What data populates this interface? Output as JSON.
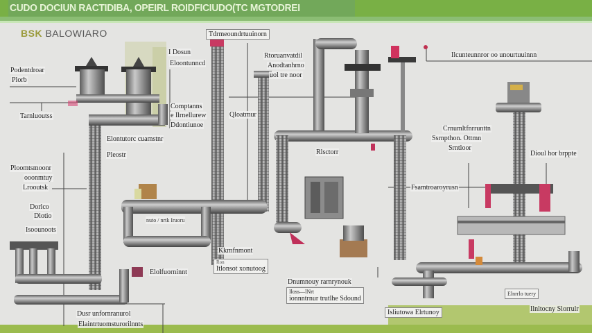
{
  "header": {
    "title": "CUDO DOCIUN RACTIDIBA, OPEIRL ROIDFICIUDO(TC MGTODREI",
    "section_prefix": "BSK",
    "section_title": "BALOWIARO"
  },
  "colors": {
    "banner": "#79b045",
    "accent_pink": "#d8285a",
    "pipe_gray": "#8a8a8a",
    "background": "#e4e4e2"
  },
  "labels": {
    "top_pipe_label": "Tdrmeoundrtuuinorn",
    "left_pump_label": "Podentdroar",
    "left_pump_sub": "Plorb",
    "left_terminal": "Tarnluoutss",
    "dosun_line1": "I  Dosun",
    "dosun_line2": "Eloontunncd",
    "compress_line1": "Comptanns",
    "compress_line2": "e Ilrnellurew",
    "compress_line3": "Ddontiunoe",
    "chamber_label": "Elontutorc cuamstnr",
    "chamber_sub": "Pleostr",
    "mid_label": "Qloatrnur",
    "upper_mid_line1": "Rtoruanvatdil",
    "upper_mid_line2": "Anodtanhrno",
    "upper_mid_line3": "uol tre noor",
    "flow_line1": "Ploomtsmoonr",
    "flow_line2": "ooonmtuy",
    "flow_line3": "Lrooutsk",
    "device_line1": "Dorlco",
    "device_line2": "Dlotio",
    "device_sub": "Isoounoots",
    "loop_label": "nuto / nrtk Iruoru",
    "equipment_label": "Kkrnfnmont",
    "equipment_box_small": "Ron",
    "equipment_box": "Itlonsot xonutoog",
    "pump_unit": "Elolfuorninnt",
    "bottom_left_line1": "Dusr unfornranurol",
    "bottom_left_line2": "Elaintrtuomsturorilnnts",
    "reactor_label": "Rlsctorr",
    "operating_line1": "Dnumnouy rarnrynouk",
    "operating_line2": "Iloss—lNrt",
    "operating_line3": "ionnntrnur trutlhe Sdound",
    "bottom_center_box": "Isliutowa Elrtunoy",
    "transfer_label": "Fsamtroaroyrusn",
    "top_right_label": "Ilcunteunnror oo unourtuuinnn",
    "tower_line1": "Crnumltfnrrunttn",
    "tower_line2": "Ssrnpthon. Ottmn",
    "tower_line3": "Srntloor",
    "tower_side": "Dioul hor brppte",
    "bottom_right_box": "Elnrrlo tuery",
    "bottom_right_label": "Ilnltocny Slorrulr"
  }
}
